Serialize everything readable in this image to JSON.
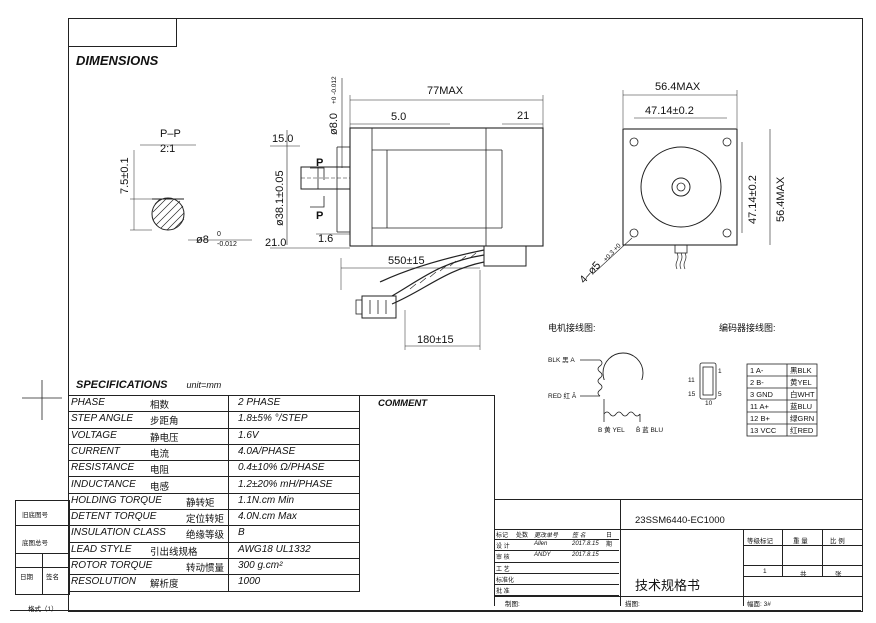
{
  "sections": {
    "dimensions": "DIMENSIONS",
    "specifications": "SPECIFICATIONS",
    "unit": "unit=mm",
    "comment": "COMMENT"
  },
  "drawing": {
    "pp": "P–P",
    "ratio": "2:1",
    "dim_7_5": "7.5±0.1",
    "dim_phi8_small": "ø8",
    "dim_phi8_tol_top": "0",
    "dim_phi8_tol_bot": "-0.012",
    "dim_77max": "77MAX",
    "dim_phi8_top": "ø8.0",
    "dim_phi8_top_tol": "+0 -0.012",
    "dim_5_0": "5.0",
    "dim_21_top": "21",
    "dim_15_0": "15.0",
    "dim_phi38": "ø38.1±0.05",
    "dim_21_0": "21.0",
    "dim_1_6": "1.6",
    "dim_550": "550±15",
    "dim_180": "180±15",
    "p_label": "P",
    "dim_56_4max": "56.4MAX",
    "dim_47_14": "47.14±0.2",
    "dim_47_14_v": "47.14±0.2",
    "dim_56_4max_v": "56.4MAX",
    "holes": "4–ø5",
    "holes_tol": "+0.3 +0",
    "motor_wiring": "电机接线图:",
    "encoder_wiring": "编码器接线图:",
    "blk": "BLK 黑 A",
    "red": "RED 红 Ā",
    "b_yel": "B 黄 YEL",
    "b_blu": "B̄ 蓝 BLU",
    "db_labels": [
      "11",
      "1",
      "15",
      "5",
      "10"
    ]
  },
  "encoder_table": [
    [
      "1",
      "A-",
      "黑BLK"
    ],
    [
      "2",
      "B-",
      "黄YEL"
    ],
    [
      "3",
      "GND",
      "白WHT"
    ],
    [
      "11",
      "A+",
      "蓝BLU"
    ],
    [
      "12",
      "B+",
      "绿GRN"
    ],
    [
      "13",
      "VCC",
      "红RED"
    ]
  ],
  "specs": [
    {
      "en": "PHASE",
      "cn": "相数",
      "val": "2  PHASE"
    },
    {
      "en": "STEP ANGLE",
      "cn": "步距角",
      "val": "1.8±5% °/STEP"
    },
    {
      "en": "VOLTAGE",
      "cn": "静电压",
      "val": "1.6V"
    },
    {
      "en": "CURRENT",
      "cn": "电流",
      "val": "4.0A/PHASE"
    },
    {
      "en": "RESISTANCE",
      "cn": "电阻",
      "val": "0.4±10% Ω/PHASE"
    },
    {
      "en": "INDUCTANCE",
      "cn": "电感",
      "val": "1.2±20% mH/PHASE"
    },
    {
      "en": "HOLDING TORQUE",
      "cn": "静转矩",
      "val": "1.1N.cm Min"
    },
    {
      "en": "DETENT TORQUE",
      "cn": "定位转矩",
      "val": "4.0N.cm Max"
    },
    {
      "en": "INSULATION CLASS",
      "cn": "绝缘等级",
      "val": "B"
    },
    {
      "en": "LEAD STYLE",
      "cn": "引出线规格",
      "val": "AWG18 UL1332"
    },
    {
      "en": "ROTOR TORQUE",
      "cn": "转动惯量",
      "val": "300 g.cm²"
    },
    {
      "en": "RESOLUTION",
      "cn": "解析度",
      "val": "1000"
    }
  ],
  "left_margin": [
    "旧底图号",
    "底图总号",
    "日期",
    "签名"
  ],
  "bottom_left": "格式（1）",
  "title_block": {
    "part_no": "23SSM6440-EC1000",
    "doc_title": "技术规格书",
    "rows": [
      {
        "a": "标记",
        "b": "处数",
        "c": "更改单号",
        "d": "签  名",
        "e": "日  期"
      },
      {
        "a": "设  计",
        "b": "",
        "c": "Allen",
        "d": "2017.8.15",
        "e": ""
      },
      {
        "a": "审  核",
        "b": "",
        "c": "ANDY",
        "d": "2017.8.15",
        "e": ""
      },
      {
        "a": "工  艺",
        "b": "",
        "c": "",
        "d": "",
        "e": ""
      },
      {
        "a": "标准化",
        "b": "",
        "c": "",
        "d": "",
        "e": ""
      },
      {
        "a": "批  准",
        "b": "",
        "c": "",
        "d": "",
        "e": ""
      }
    ],
    "stage_label": "等级标记",
    "weight_label": "重  量",
    "scale_label": "比  例",
    "sheet_no": "1",
    "sheet_total_label": "共",
    "sheet_label": "张",
    "drawn_by": "制图:",
    "drawn_date": "描图:",
    "size": "幅面: 3#"
  }
}
